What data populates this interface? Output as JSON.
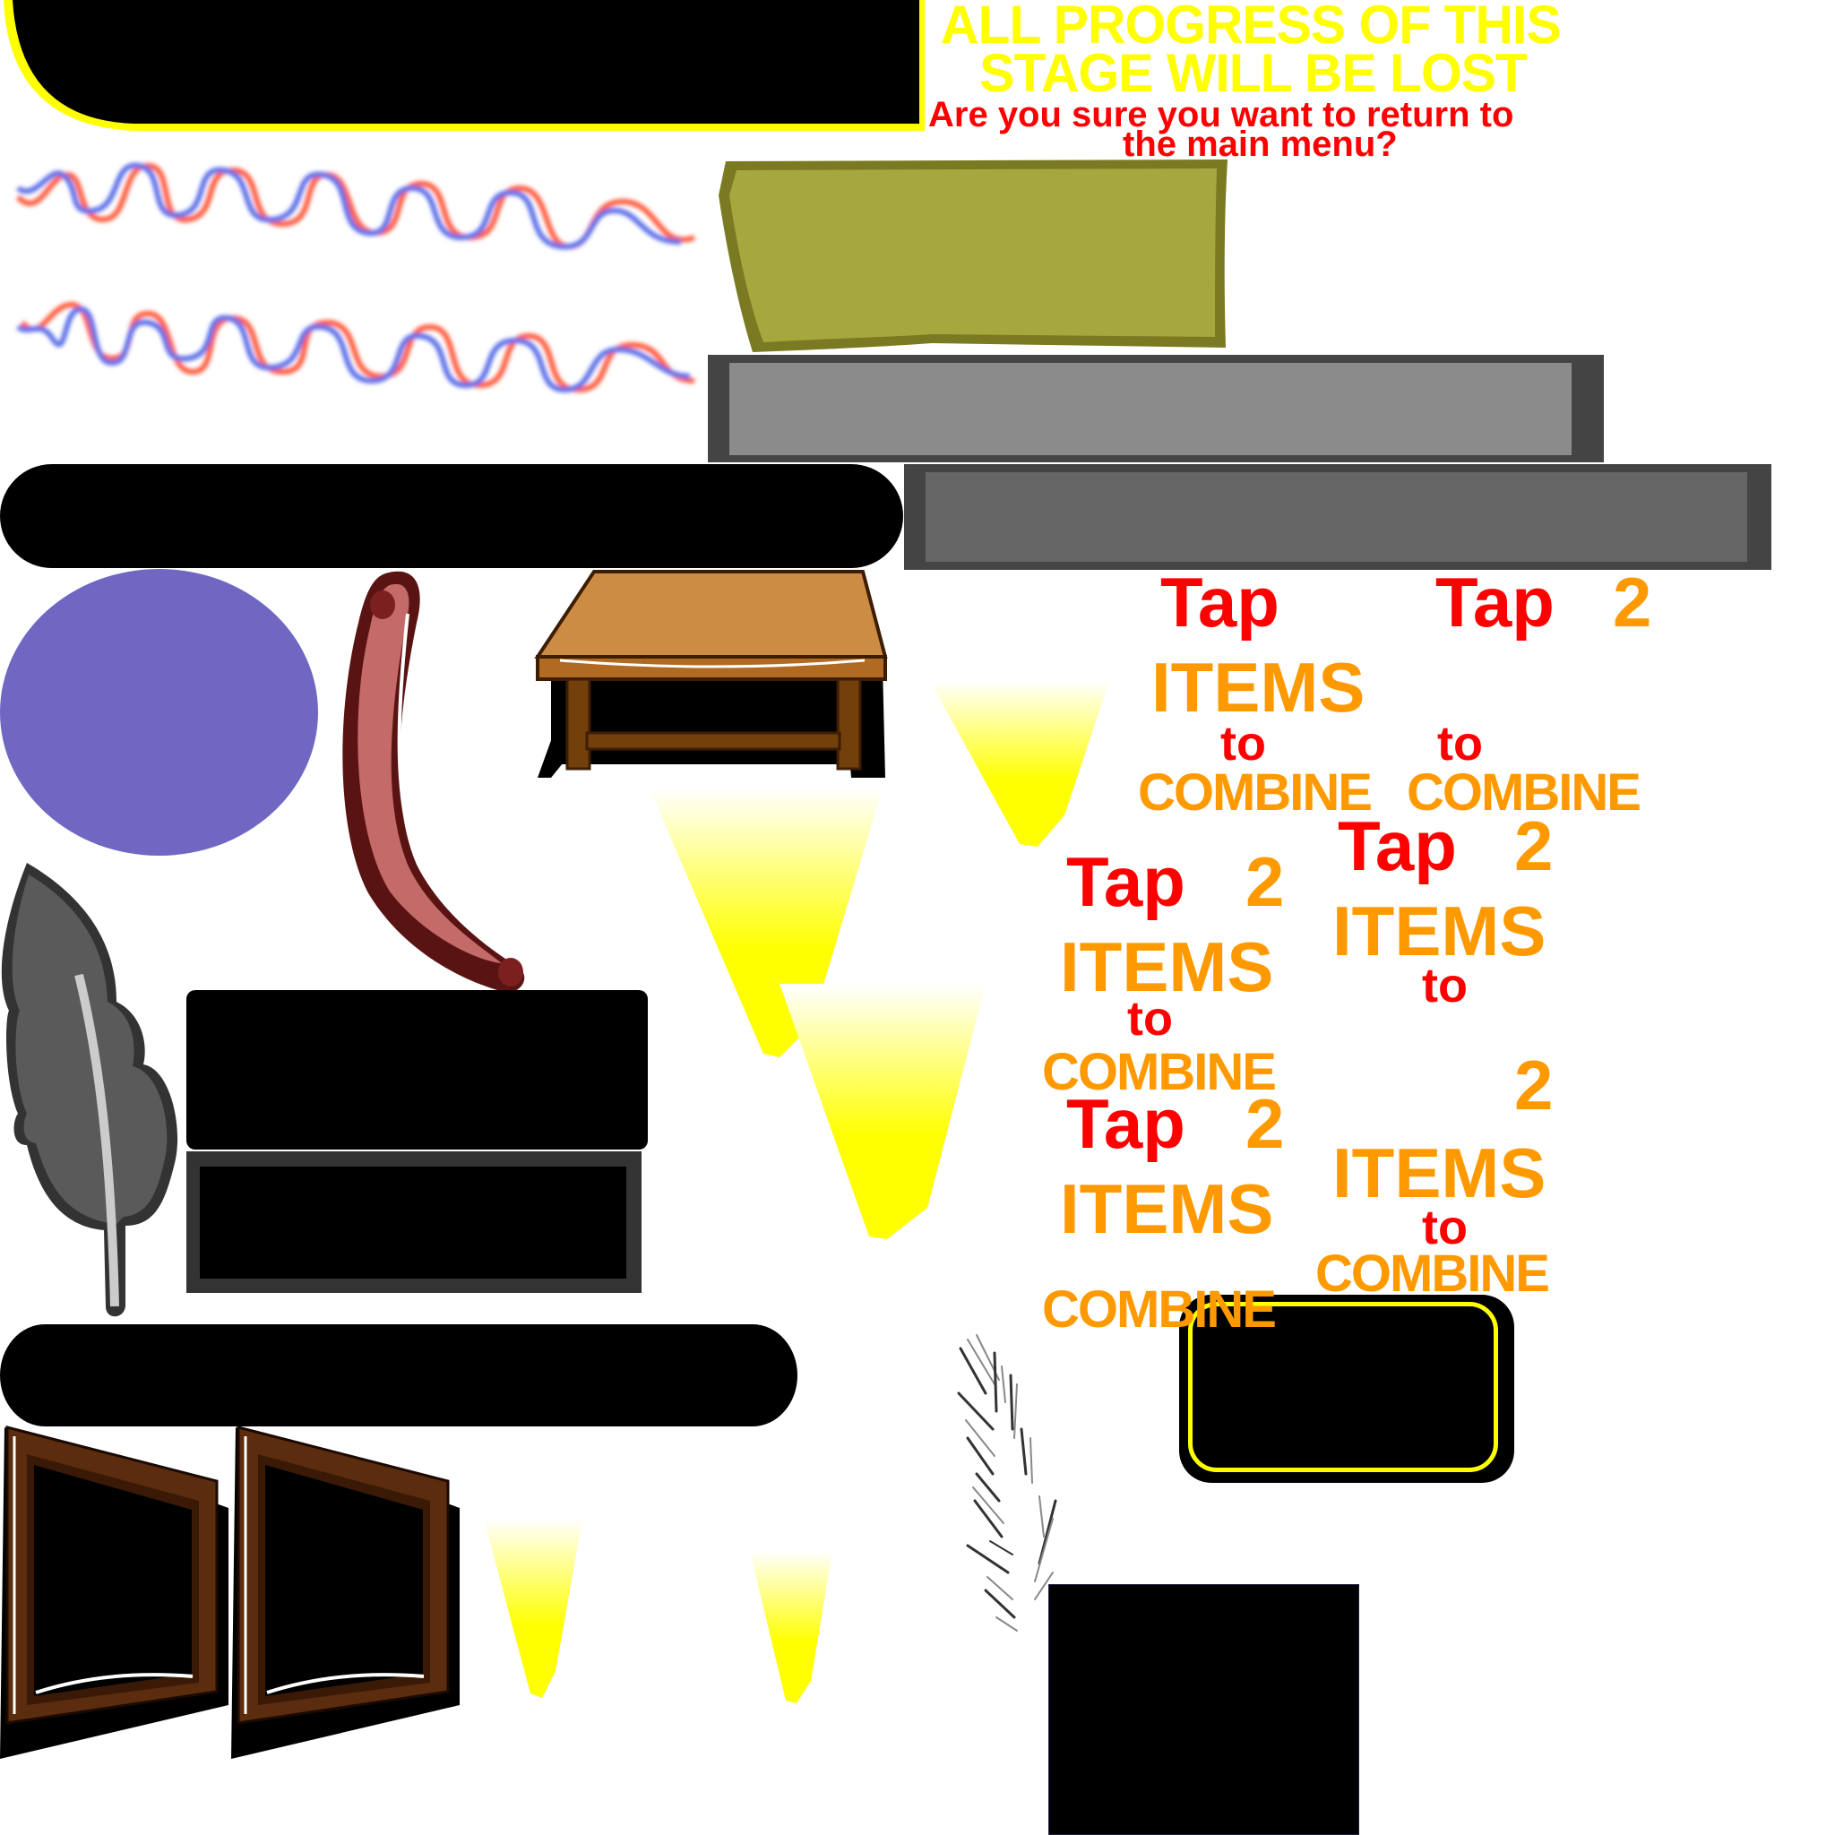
{
  "atlas": {
    "title": "Game UI sprite sheet",
    "colors": {
      "background": "#ffffff",
      "panel_black": "#000000",
      "accent_yellow": "#ffff00",
      "warning_red": "#ff0000",
      "hint_orange": "#ff9900",
      "olive_panel": "#a7a73f",
      "olive_border": "#7a7a22",
      "gray_light": "#8b8b8b",
      "gray_mid": "#666666",
      "gray_border": "#444444",
      "orb_purple": "#6f67c2",
      "wood": "#cd8c43",
      "wood_dark": "#733f0a",
      "frame_brown": "#5c2c0e",
      "horn_red": "#c46a68"
    }
  },
  "dialog": {
    "warning_line1": "ALL PROGRESS OF THIS",
    "warning_line2": "STAGE WILL BE LOST",
    "question_line1": "Are you sure you want to return to",
    "question_line2": "the main menu?"
  },
  "hints": [
    {
      "tap": "Tap",
      "num": "",
      "items": "ITEMS",
      "to": "to",
      "combine": "COMBINE"
    },
    {
      "tap": "Tap",
      "num": "2",
      "items": "",
      "to": "to",
      "combine": "COMBINE"
    },
    {
      "tap": "Tap",
      "num": "2",
      "items": "ITEMS",
      "to": "to",
      "combine": "COMBINE"
    },
    {
      "tap": "Tap",
      "num": "2",
      "items": "ITEMS",
      "to": "to",
      "combine": ""
    },
    {
      "tap": "Tap",
      "num": "2",
      "items": "ITEMS",
      "to": "",
      "combine": "COMBINE"
    },
    {
      "tap": "",
      "num": "2",
      "items": "ITEMS",
      "to": "to",
      "combine": "COMBINE"
    }
  ],
  "sprites": {
    "icons": [
      "dna-helix-icon",
      "dna-helix-icon",
      "olive-panel",
      "gray-bar",
      "gray-bar",
      "purple-orb",
      "horn-icon",
      "table-icon",
      "spotlight-icon",
      "feather-icon",
      "picture-frame-icon",
      "feather-strokes-icon"
    ]
  }
}
